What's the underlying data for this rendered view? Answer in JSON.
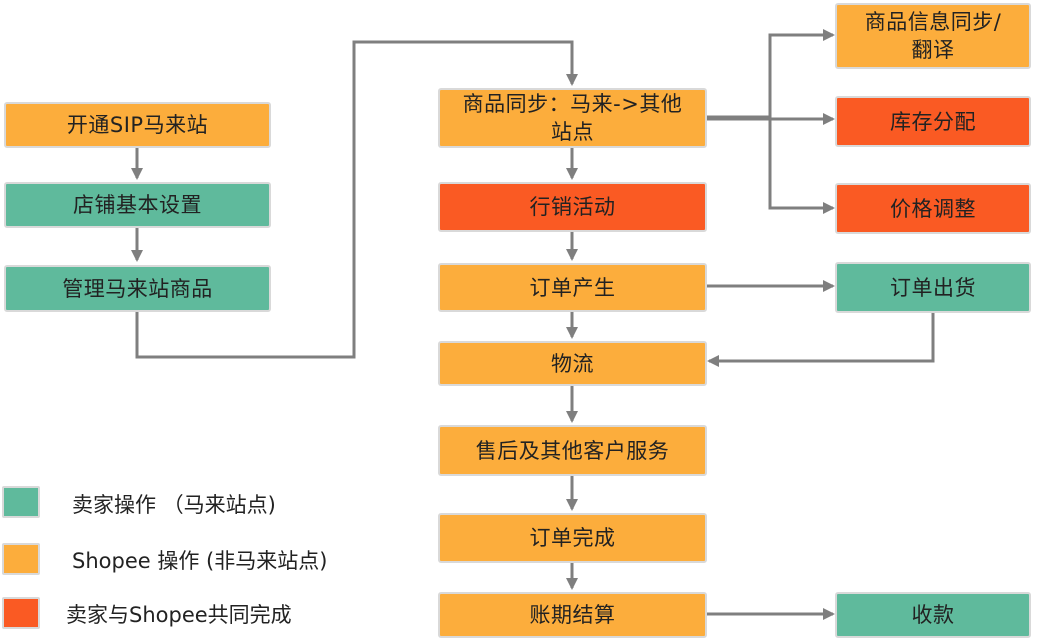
{
  "colors": {
    "seller": "#5fba9c",
    "shopee": "#fcad3c",
    "joint": "#fa5a23",
    "arrow": "#7f7f7f"
  },
  "nodes": {
    "open_sip": "开通SIP马来站",
    "store_setup": "店铺基本设置",
    "manage_products": "管理马来站商品",
    "product_sync_line1": "商品同步：马来->其他",
    "product_sync_line2": "站点",
    "marketing": "行销活动",
    "order_created": "订单产生",
    "logistics": "物流",
    "after_sales": "售后及其他客户服务",
    "order_completed": "订单完成",
    "settlement": "账期结算",
    "info_sync_line1": "商品信息同步/",
    "info_sync_line2": "翻译",
    "inventory": "库存分配",
    "price_adjust": "价格调整",
    "ship_order": "订单出货",
    "payment": "收款"
  },
  "legend": {
    "seller": "卖家操作 （马来站点)",
    "shopee": "Shopee 操作 (非马来站点)",
    "joint": "卖家与Shopee共同完成"
  }
}
